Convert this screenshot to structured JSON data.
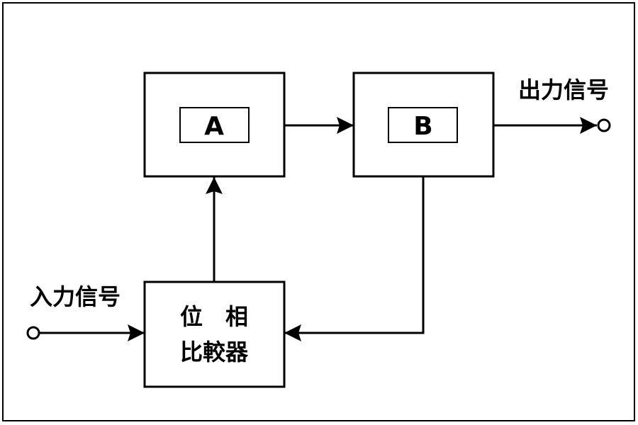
{
  "block_a": {
    "label": "A"
  },
  "block_b": {
    "label": "B"
  },
  "comparator": {
    "line1": "位　相",
    "line2": "比較器"
  },
  "input": {
    "label": "入力信号"
  },
  "output": {
    "label": "出力信号"
  },
  "colors": {
    "stroke": "#000000",
    "background": "#ffffff"
  }
}
